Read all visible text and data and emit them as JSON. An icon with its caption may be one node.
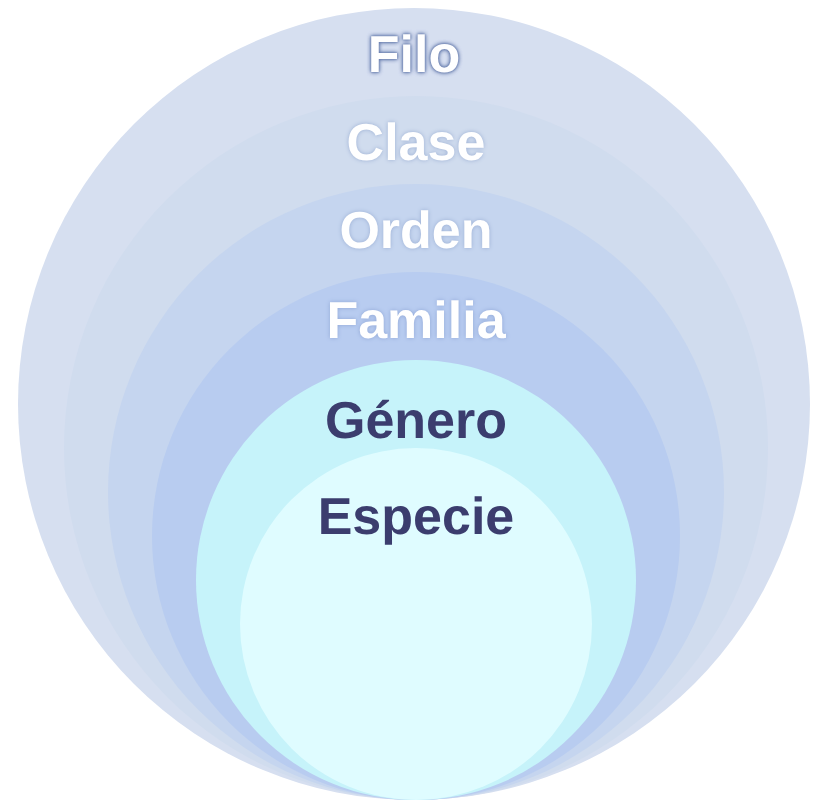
{
  "diagram": {
    "nodes": [
      {
        "text": [
          "Filo"
        ]
      },
      {
        "text": [
          "Clase"
        ],
        "in": 0
      },
      {
        "text": [
          "Orden"
        ],
        "in": 1
      },
      {
        "text": [
          "Familia"
        ],
        "in": 2
      },
      {
        "text": [
          "Género"
        ],
        "in": 3
      },
      {
        "text": [
          "Especie"
        ],
        "in": 4
      }
    ]
  }
}
